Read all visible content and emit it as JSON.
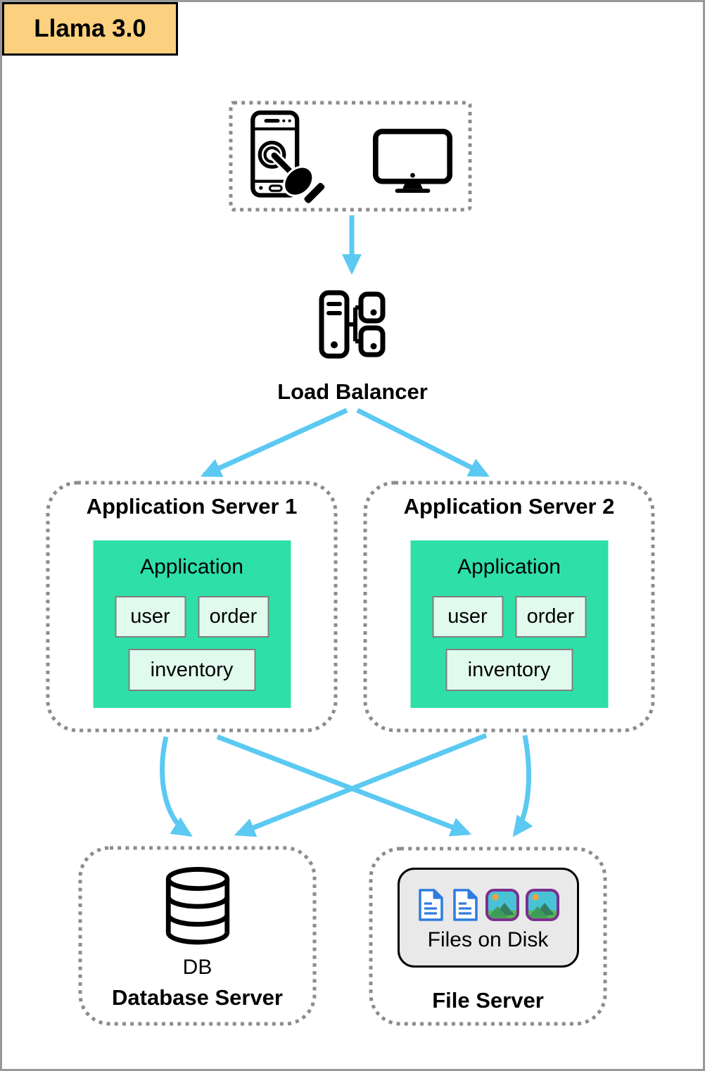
{
  "title": "Llama 3.0",
  "colors": {
    "badge_bg": "#FBD180",
    "badge_border": "#000000",
    "frame_border": "#999999",
    "arrow": "#5BC9F2",
    "app_bg": "#2EE0A8",
    "module_bg": "#E1FAEE",
    "module_border": "#7F7F7F",
    "dotted_border": "#8C8C8C",
    "files_box_bg": "#E9E9E9",
    "files_box_border": "#000000",
    "doc_icon_blue": "#2E7CDE",
    "image_icon_purple": "#7B2F8F"
  },
  "clients": {
    "icons": [
      "smartphone-touch-icon",
      "desktop-monitor-icon"
    ]
  },
  "load_balancer": {
    "label": "Load Balancer",
    "icon": "load-balancer-icon"
  },
  "app_servers": [
    {
      "title": "Application Server 1",
      "app_label": "Application",
      "modules": [
        "user",
        "order",
        "inventory"
      ]
    },
    {
      "title": "Application Server 2",
      "app_label": "Application",
      "modules": [
        "user",
        "order",
        "inventory"
      ]
    }
  ],
  "database_server": {
    "icon": "database-icon",
    "icon_label": "DB",
    "title": "Database Server"
  },
  "file_server": {
    "icons": [
      "document-icon",
      "document-icon",
      "image-icon",
      "image-icon"
    ],
    "box_label": "Files on Disk",
    "title": "File Server"
  },
  "edges": [
    {
      "from": "clients",
      "to": "load-balancer"
    },
    {
      "from": "load-balancer",
      "to": "application-server-1"
    },
    {
      "from": "load-balancer",
      "to": "application-server-2"
    },
    {
      "from": "application-server-1",
      "to": "database-server"
    },
    {
      "from": "application-server-1",
      "to": "file-server"
    },
    {
      "from": "application-server-2",
      "to": "database-server"
    },
    {
      "from": "application-server-2",
      "to": "file-server"
    }
  ]
}
